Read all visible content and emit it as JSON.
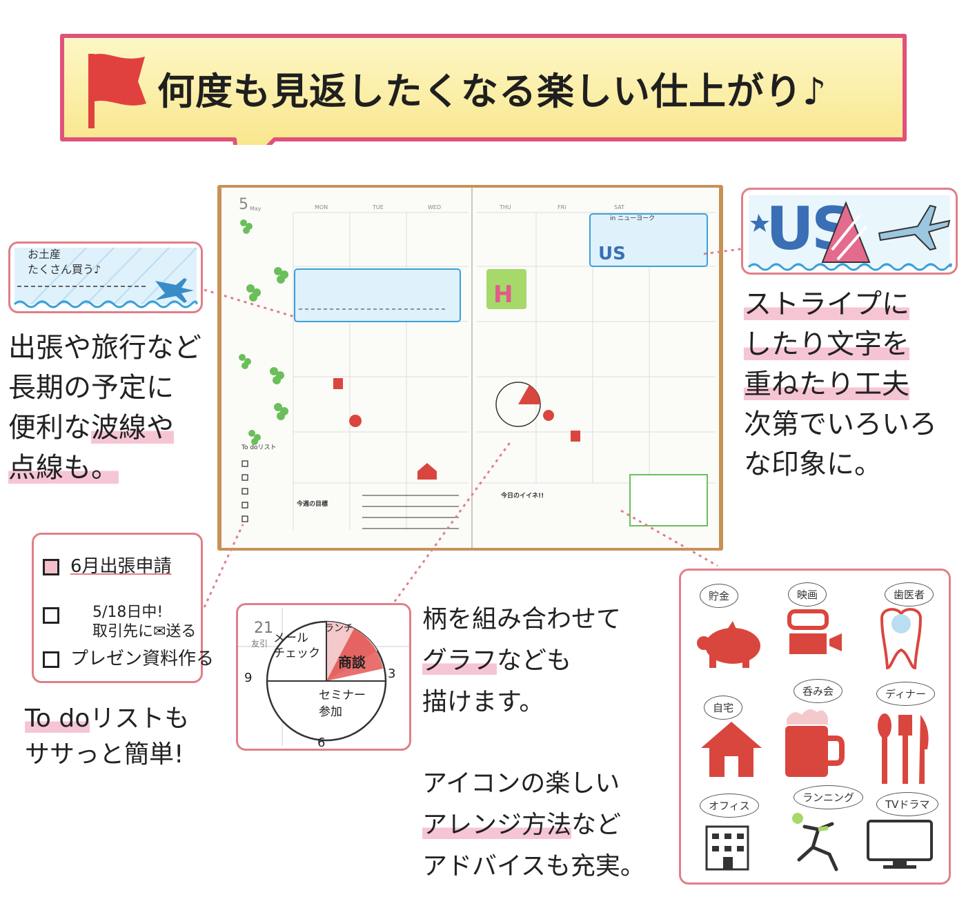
{
  "banner": {
    "title": "何度も見返したくなる楽しい仕上がり♪"
  },
  "calendar": {
    "month": "5",
    "month_en": "May",
    "days_left": [
      "MON",
      "TUE",
      "WED"
    ],
    "days_right": [
      "THU",
      "FRI",
      "SAT"
    ],
    "travel_note": "in ニューヨーク",
    "weekly_goal": "今週の目標",
    "todo_title": "To doリスト",
    "good_news": "今日のイイネ!!"
  },
  "callouts": {
    "wave": {
      "inset_note": "お土産\nたくさん買う♪",
      "caption_lines": [
        "出張や旅行など",
        "長期の予定に",
        "便利な",
        "波線や",
        "点線も。"
      ]
    },
    "stripe": {
      "inset_text": "US",
      "caption_lines": [
        "ストライプに",
        "したり文字を",
        "重ねたり工夫",
        "次第でいろいろ",
        "な印象に。"
      ]
    },
    "todo": {
      "items": [
        "6月出張申請",
        "5/18日中!\n取引先に✉送る",
        "プレゼン資料作る"
      ],
      "caption_lines": [
        "To do",
        "リストも",
        "ササっと簡単!"
      ]
    },
    "graph": {
      "day": "21",
      "day_sub": "友引",
      "labels": [
        "メール\nチェック",
        "ランチ",
        "商談",
        "セミナー\n参加"
      ],
      "clock": [
        "9",
        "3",
        "6"
      ],
      "caption_lines": [
        "柄を組み合わせて",
        "グラフ",
        "なども",
        "描けます。"
      ]
    },
    "icons": {
      "caption_lines": [
        "アイコンの楽しい",
        "アレンジ方法",
        "など",
        "アドバイスも充実。"
      ],
      "items": [
        "貯金",
        "映画",
        "歯医者",
        "自宅",
        "呑み会",
        "ディナー",
        "オフィス",
        "ランニング",
        "TVドラマ"
      ]
    }
  },
  "colors": {
    "pink": "#e07f88",
    "banner_yellow": "#fbf0a8",
    "flag_red": "#e0413f",
    "highlight": "#f6c5d4",
    "stamp_red": "#d9463e"
  }
}
